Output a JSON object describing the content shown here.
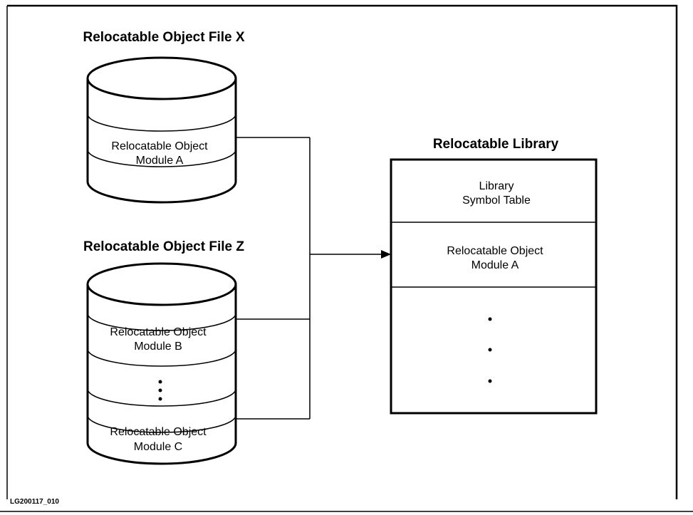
{
  "file_x": {
    "title": "Relocatable Object File X",
    "module_a": [
      "Relocatable Object",
      "Module A"
    ]
  },
  "file_z": {
    "title": "Relocatable Object File Z",
    "module_b": [
      "Relocatable Object",
      "Module B"
    ],
    "module_c": [
      "Relocatable Object",
      "Module C"
    ]
  },
  "library": {
    "title": "Relocatable Library",
    "symbol_table": [
      "Library",
      "Symbol Table"
    ],
    "module_a": [
      "Relocatable Object",
      "Module A"
    ]
  },
  "figure_id": "LG200117_010"
}
